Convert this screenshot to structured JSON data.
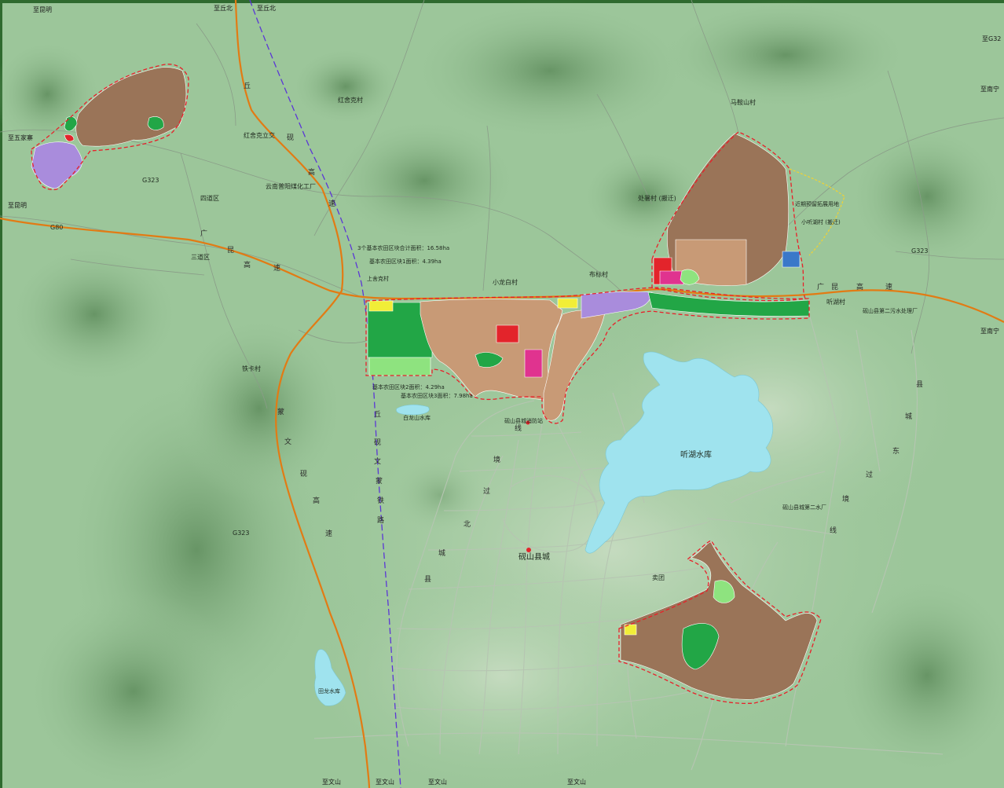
{
  "colors": {
    "terrain": "#9cc69a",
    "terrain_dark": "#6f9c6d",
    "water": "#9fe3ee",
    "residential_brown": "#9a7458",
    "commercial_tan": "#c89a76",
    "purple": "#a98cdc",
    "magenta": "#e0338f",
    "red": "#e3242b",
    "yellow": "#f1ee37",
    "green_space": "#22a646",
    "light_green": "#8ee37f",
    "highway": "#e27b14",
    "railway": "#5b36d6"
  },
  "edge_labels": {
    "top_left": "至昆明",
    "top_a": "至丘北",
    "top_b": "至丘北",
    "top_right": "至G32",
    "right_1": "至南宁",
    "right_2": "至南宁",
    "left_1": "至五家寨",
    "left_2": "至昆明",
    "bottom_1": "至文山",
    "bottom_2": "至文山",
    "bottom_3": "至文山",
    "bottom_4": "至文山"
  },
  "road_labels": {
    "g323_west": "G323",
    "g323_south": "G323",
    "g323_east": "G323",
    "g80": "G80"
  },
  "place_labels": {
    "hongshe": "红舍克村",
    "hongshe_interchange": "红舍克立交",
    "yunnan_factory": "云南普阳煤化工厂",
    "sidaoqu": "四道区",
    "sandaoqu": "三道区",
    "shangshe": "上舍克村",
    "tiekacun": "铁卡村",
    "xiaolongbai": "小龙白村",
    "bubiao": "布标村",
    "chushu": "处暑村 (搬迁)",
    "xiaotinghu": "小听湖村 (搬迁)",
    "masha": "马鞍山村",
    "tinghucun": "听湖村",
    "tinghu_reservoir": "听湖水库",
    "bailong_reservoir": "白龙山水库",
    "tianlong_reservoir": "田龙水库",
    "yanshan_city": "砚山县城",
    "tuan": "卖团",
    "factory_east": "砚山县第二污水处理厂",
    "water_plant": "砚山县城第二水厂",
    "yanshan_fire": "砚山县城消防站",
    "planned_reservoir": "近期预留拓展用地"
  },
  "annotations": {
    "farm_total": "3个基本农田区块合计面积：16.58ha",
    "farm_1": "基本农田区块1面积：4.39ha",
    "farm_2": "基本农田区块2面积：4.29ha",
    "farm_3": "基本农田区块3面积：7.98ha"
  },
  "vertical_labels": {
    "qiuyan_hw": [
      "丘",
      "砚",
      "高",
      "速"
    ],
    "guangkun_hw": [
      "广",
      "昆",
      "高",
      "速"
    ],
    "mengwen_hw": [
      "蒙",
      "文",
      "砚",
      "高",
      "速"
    ],
    "qiuyan_rail": [
      "丘",
      "砚",
      "文",
      "蒙",
      "铁",
      "路"
    ],
    "county_north": [
      "县",
      "城",
      "北",
      "过",
      "境",
      "线"
    ],
    "county_east": [
      "县",
      "城",
      "东",
      "过",
      "境",
      "线"
    ],
    "guangkun_east": [
      "广",
      "昆",
      "高",
      "速"
    ]
  }
}
